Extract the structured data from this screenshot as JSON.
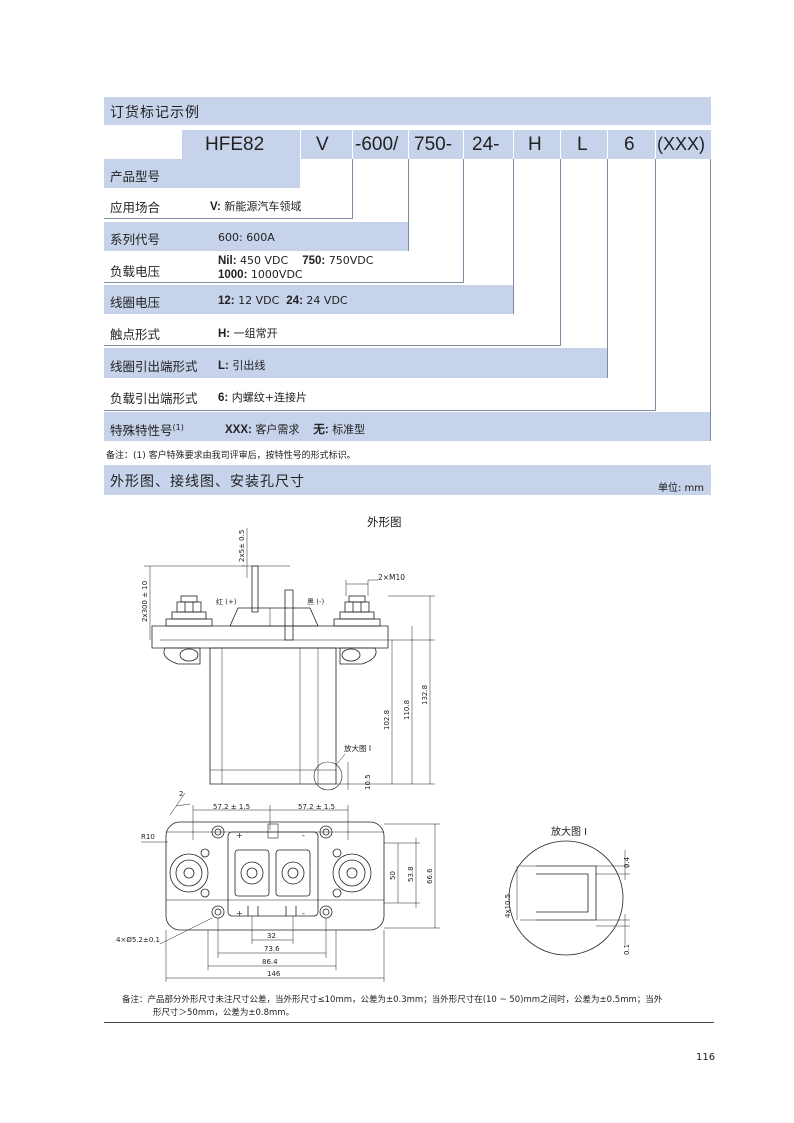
{
  "ordering": {
    "title": "订货标记示例",
    "codes": [
      "HFE82",
      "V",
      "-600/",
      "750-",
      "24-",
      "H",
      "L",
      "6",
      "(XXX)"
    ],
    "rows": [
      {
        "label": "产品型号",
        "value": ""
      },
      {
        "label": "应用场合",
        "key": "V:",
        "value": "新能源汽车领域"
      },
      {
        "label": "系列代号",
        "value": "600: 600A"
      },
      {
        "label": "负载电压",
        "key": "Nil:",
        "value": "450 VDC",
        "key2": "750:",
        "value2": "750VDC",
        "key3": "1000:",
        "value3": "1000VDC"
      },
      {
        "label": "线圈电压",
        "key": "12:",
        "value": "12 VDC",
        "key2": "24:",
        "value2": "24 VDC"
      },
      {
        "label": "触点形式",
        "key": "H:",
        "value": "一组常开"
      },
      {
        "label": "线圈引出端形式",
        "key": "L:",
        "value": "引出线"
      },
      {
        "label": "负载引出端形式",
        "key": "6:",
        "value": "内螺纹+连接片"
      },
      {
        "label": "特殊特性号",
        "sup": "(1)",
        "key": "XXX:",
        "value": "客户需求",
        "key2": "无:",
        "value2": "标准型"
      }
    ],
    "note": "备注：(1) 客户特殊要求由我司评审后，按特性号的形式标识。"
  },
  "drawing": {
    "title": "外形图、接线图、安装孔尺寸",
    "unit": "单位: mm",
    "outline_caption": "外形图",
    "detail_caption": "放大图 I",
    "detail_label": "放大图 I",
    "dims": {
      "d_2x05": "2x5± 0.5",
      "d_300": "2x300 ± 10",
      "d_m10": "2×M10",
      "red": "红 (+)",
      "black": "黑 (-)",
      "h1028": "102.8",
      "h1108": "110.8",
      "h1328": "132.8",
      "h105": "10.5",
      "w572a": "57.2 ± 1.5",
      "w572b": "57.2 ± 1.5",
      "r10": "R10",
      "h50": "50",
      "h538": "53.8",
      "h666": "66.6",
      "w32": "32",
      "w736": "73.6",
      "w864": "86.4",
      "w146": "146",
      "holes": "4×Ø5.2±0.1",
      "angle": "2",
      "d4x105": "4x10.5",
      "d04": "0.4",
      "d01": "0.1"
    },
    "note_line1": "备注：产品部分外形尺寸未注尺寸公差，当外形尺寸≤10mm，公差为±0.3mm；当外形尺寸在(10 ~ 50)mm之间时，公差为±0.5mm；当外",
    "note_line2": "形尺寸＞50mm，公差为±0.8mm。"
  },
  "page_number": "116"
}
